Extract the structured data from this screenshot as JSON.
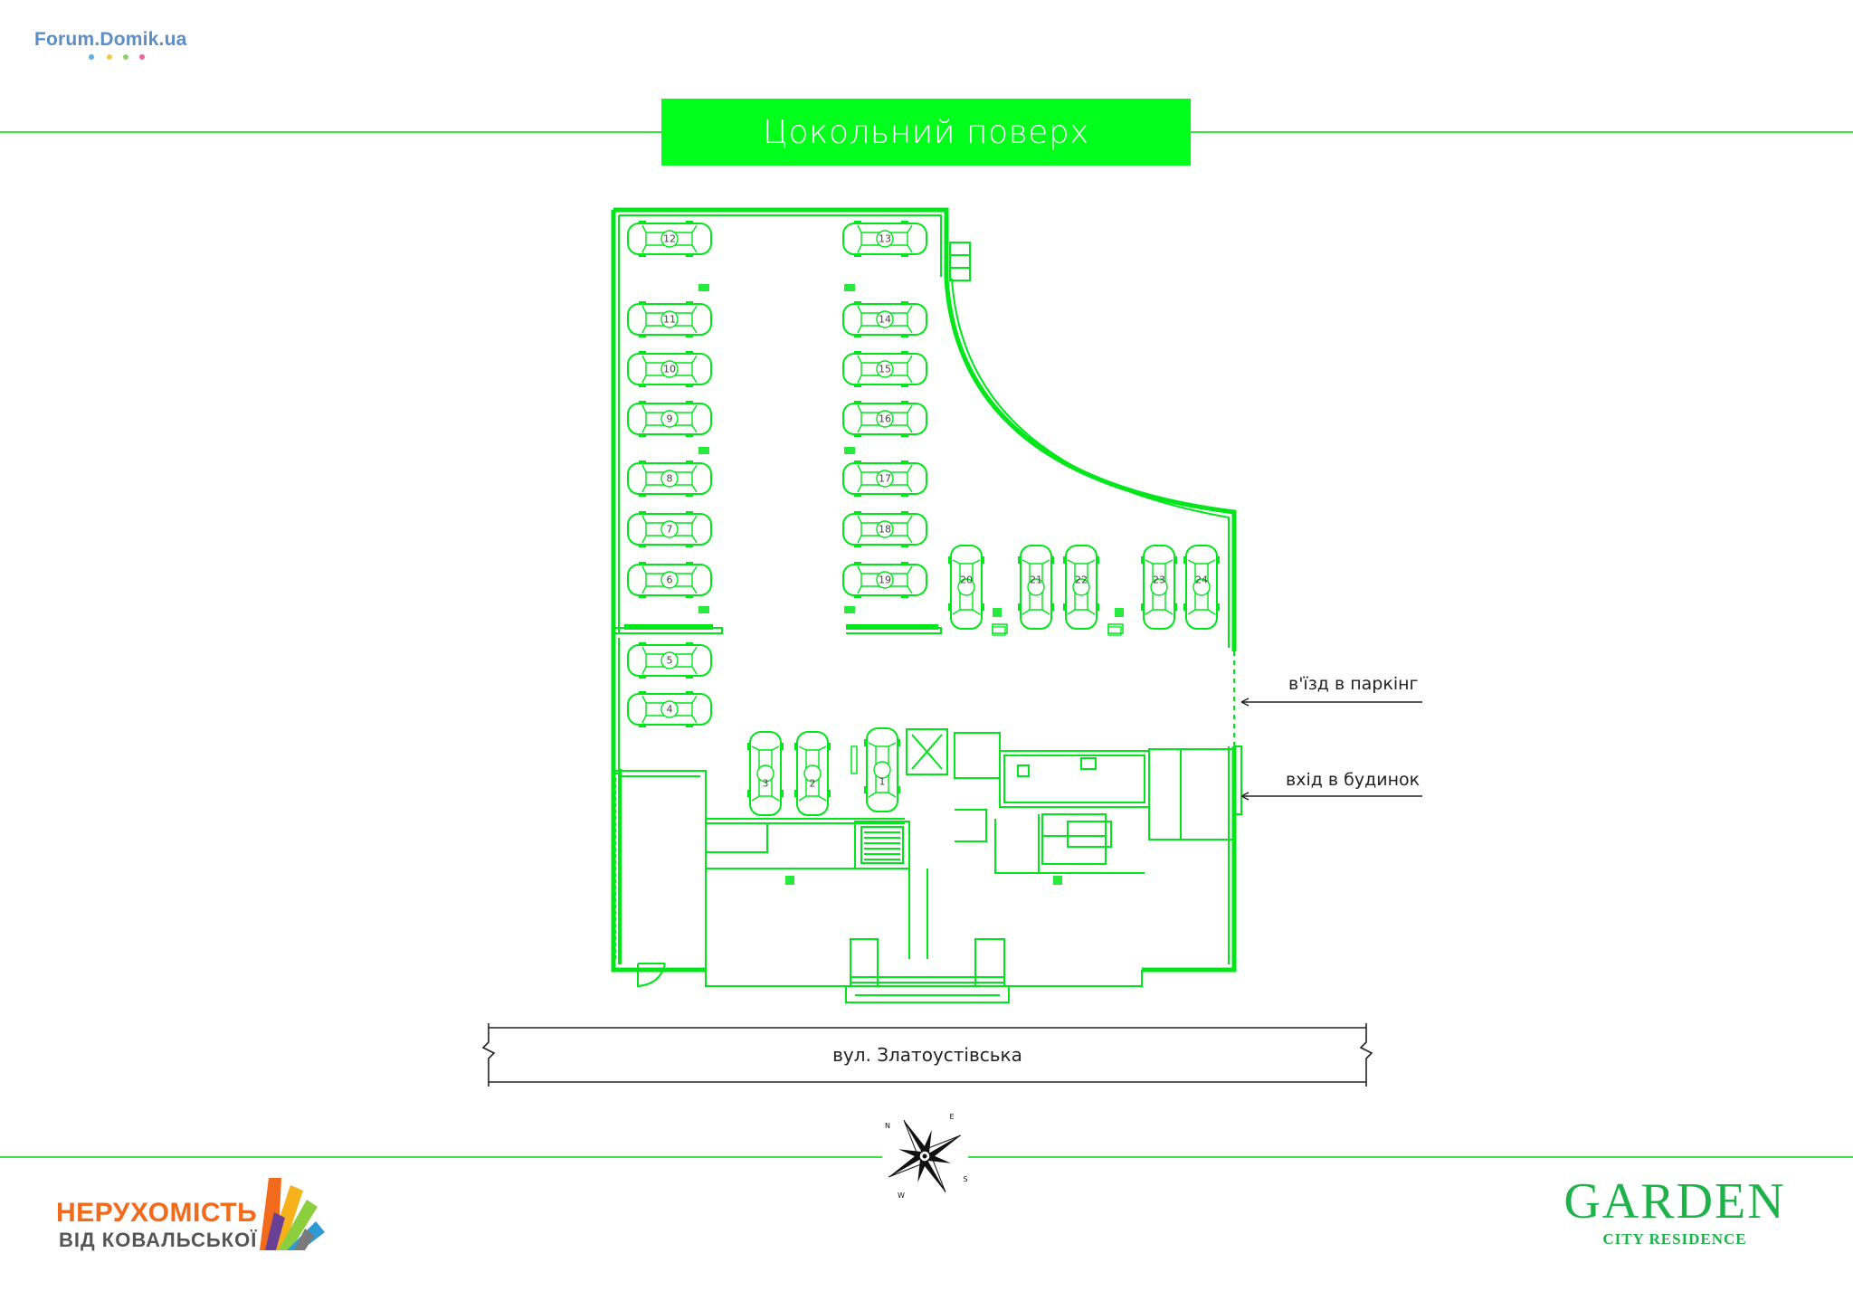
{
  "watermark": {
    "text": "Forum.Domik.ua",
    "dot_colors": [
      "#5fb0e8",
      "#f3c94b",
      "#8ed16a",
      "#e8669a"
    ]
  },
  "title": "Цокольний поверх",
  "callouts": {
    "parking_entry": "в'їзд в паркінг",
    "building_entry": "вхід в будинок"
  },
  "street": "вул. Златоустівська",
  "compass": {
    "letters": [
      "N",
      "E",
      "S",
      "W"
    ],
    "icon": "compass-rose-icon"
  },
  "logos": {
    "left_line1": "НЕРУХОМІСТЬ",
    "left_line2": "ВІД КОВАЛЬСЬКОЇ",
    "right_line1": "GARDEN",
    "right_line2": "CITY RESIDENCE"
  },
  "colors": {
    "plan_line": "#00e61a",
    "banner": "#00ff1a",
    "rule": "#39e639",
    "logo_green": "#1db34a",
    "logo_orange": "#f26a1b"
  },
  "parking": {
    "left_column": [
      "12",
      "11",
      "10",
      "9",
      "8",
      "7",
      "6",
      "5",
      "4"
    ],
    "right_column": [
      "13",
      "14",
      "15",
      "16",
      "17",
      "18",
      "19"
    ],
    "bottom_row": [
      "20",
      "21",
      "22",
      "23",
      "24"
    ],
    "entrance_row": [
      "3",
      "2",
      "1"
    ]
  }
}
